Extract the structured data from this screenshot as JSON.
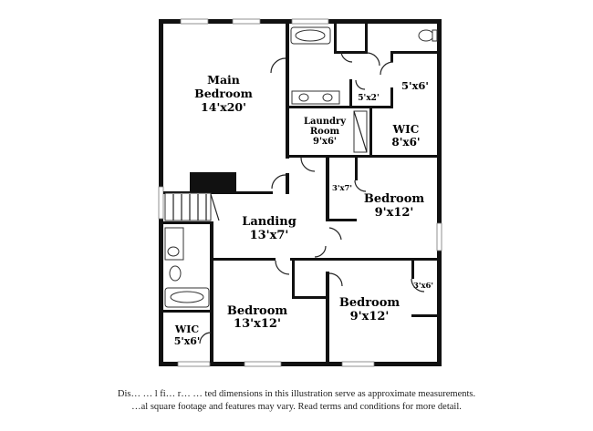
{
  "rooms": [
    {
      "id": "main-bedroom",
      "name": "Main\nBedroom",
      "size": "14'x20'"
    },
    {
      "id": "bath-closet",
      "name": "",
      "size": "5'x6'"
    },
    {
      "id": "linen-closet",
      "name": "",
      "size": "5'x2'"
    },
    {
      "id": "laundry-room",
      "name": "Laundry\nRoom",
      "size": "9'x6'"
    },
    {
      "id": "wic-main",
      "name": "WIC",
      "size": "8'x6'"
    },
    {
      "id": "closet-3x7",
      "name": "",
      "size": "3'x7'"
    },
    {
      "id": "bedroom-east",
      "name": "Bedroom",
      "size": "9'x12'"
    },
    {
      "id": "landing",
      "name": "Landing",
      "size": "13'x7'"
    },
    {
      "id": "bedroom-southwest",
      "name": "Bedroom",
      "size": "13'x12'"
    },
    {
      "id": "closet-3x6",
      "name": "",
      "size": "3'x6'"
    },
    {
      "id": "bedroom-southeast",
      "name": "Bedroom",
      "size": "9'x12'"
    },
    {
      "id": "wic-small",
      "name": "WIC",
      "size": "5'x6'"
    }
  ],
  "disclaimer": {
    "line1": "Dis…  …  l  fi…  r…   …  ted dimensions in this illustration serve as approximate measurements.",
    "line2": "…al square footage and features may vary. Read terms and conditions for more detail."
  }
}
